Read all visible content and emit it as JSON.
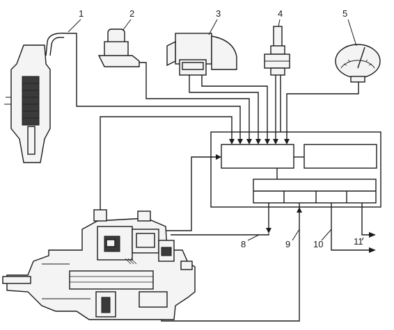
{
  "diagram": {
    "callouts": [
      {
        "id": "1",
        "label": "1"
      },
      {
        "id": "2",
        "label": "2"
      },
      {
        "id": "3",
        "label": "3"
      },
      {
        "id": "4",
        "label": "4"
      },
      {
        "id": "5",
        "label": "5"
      },
      {
        "id": "8",
        "label": "8"
      },
      {
        "id": "9",
        "label": "9"
      },
      {
        "id": "10",
        "label": "10"
      },
      {
        "id": "11",
        "label": "11"
      }
    ],
    "components": [
      {
        "name": "injector-nozzle-holder",
        "icon": "injector-icon"
      },
      {
        "name": "sensor-2",
        "icon": "sensor-icon"
      },
      {
        "name": "airflow-meter-3",
        "icon": "meter-icon"
      },
      {
        "name": "temperature-sensor-4",
        "icon": "probe-icon"
      },
      {
        "name": "gauge-5",
        "icon": "gauge-icon"
      },
      {
        "name": "control-unit",
        "icon": "ecu-icon"
      },
      {
        "name": "injection-pump",
        "icon": "pump-icon"
      }
    ]
  }
}
